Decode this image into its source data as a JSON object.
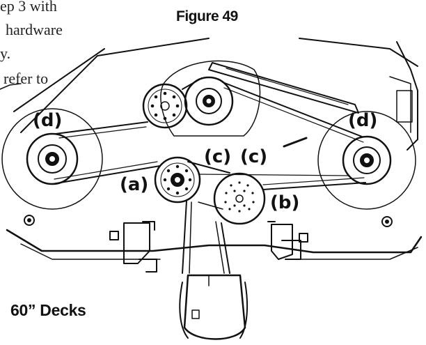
{
  "document": {
    "body_lines": [
      "ep 3 with",
      "hardware",
      "y.",
      "refer to"
    ],
    "figure_title": "Figure 49",
    "caption": "60” Decks"
  },
  "diagram": {
    "labels": {
      "d_left": "(d)",
      "d_right": "(d)",
      "c_left": "(c)",
      "c_right": "(c)",
      "a": "(a)",
      "b": "(b)"
    }
  }
}
